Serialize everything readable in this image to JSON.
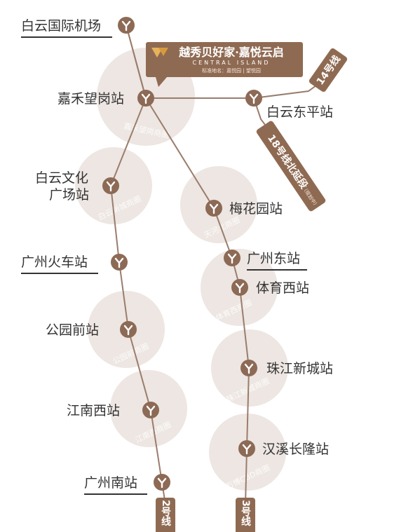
{
  "colors": {
    "brand": "#8f6a52",
    "line": "#9a7d6c",
    "zone": "#ede6e2",
    "marker": "#8c6a55",
    "underline": "#333333"
  },
  "brand": {
    "title": "越秀贝好家·嘉悦云启",
    "subtitle_en": "CENTRAL ISLAND",
    "note": "标准地名：嘉悦园 | 望悦园",
    "icon": "brand-logo-icon"
  },
  "stations": {
    "baiyun_airport": "白云国际机场",
    "jiahe_wanggang": "嘉禾望岗站",
    "baiyun_dongping": "白云东平站",
    "baiyun_culture_1": "白云文化",
    "baiyun_culture_2": "广场站",
    "meihuayuan": "梅花园站",
    "guangzhou_railway": "广州火车站",
    "guangzhou_east": "广州东站",
    "tiyu_xi": "体育西站",
    "gongyuanqian": "公园前站",
    "zhujiang_newtown": "珠江新城站",
    "jiangnan_xi": "江南西站",
    "hanxi_changlong": "汉溪长隆站",
    "guangzhou_south": "广州南站"
  },
  "zones": {
    "jiahe": "嘉禾望岗商圈",
    "baiyun_new": "白云新城商圈",
    "tianhe_north": "天河北商圈",
    "tiyu_xi": "体育西商圈",
    "gongyuanqian": "公园前商圈",
    "zhujiang_new": "珠江新城商圈",
    "jiangnan_xi": "江南西商圈",
    "wanbo": "万博CBD商圈"
  },
  "lines": {
    "line14": "14号线",
    "line18": "18号线北延段",
    "line18_note": "（规划中）",
    "line2": "2号线",
    "line3": "3号线"
  },
  "icons": {
    "metro": "metro-station-icon"
  }
}
